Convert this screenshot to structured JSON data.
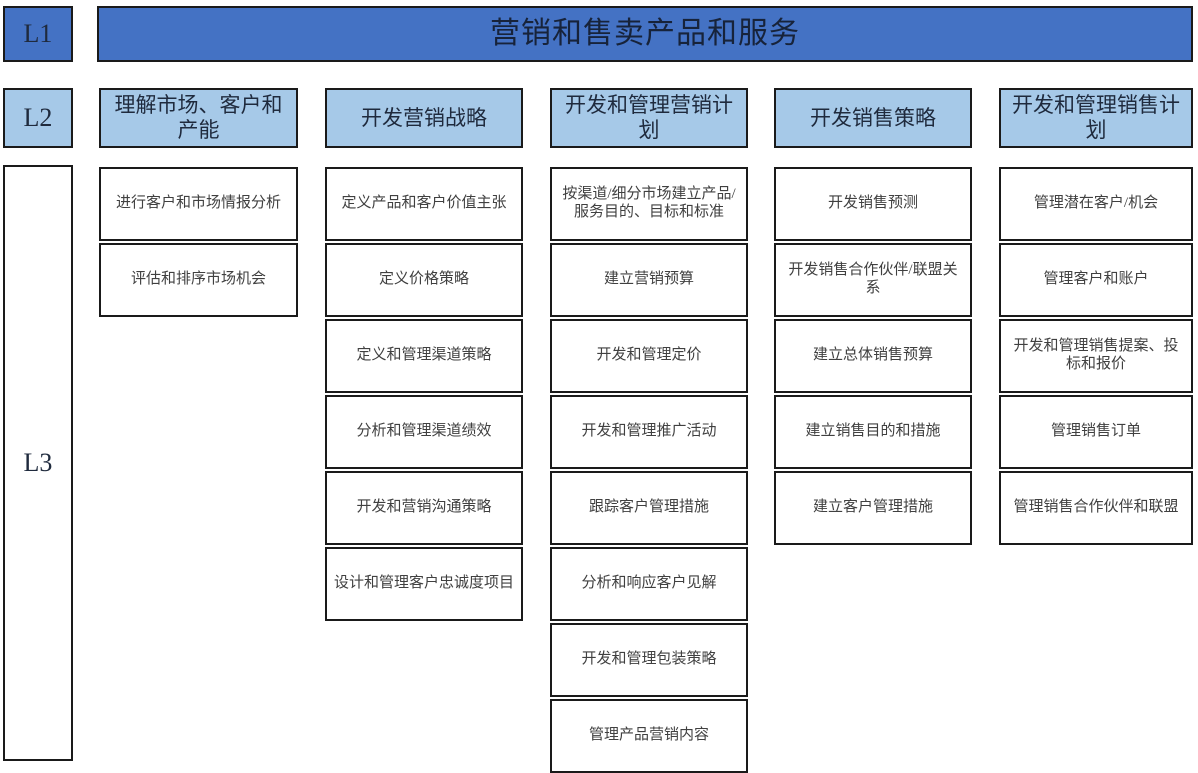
{
  "levels": {
    "l1_label": "L1",
    "l2_label": "L2",
    "l3_label": "L3"
  },
  "colors": {
    "l1_fill": "#4472C4",
    "l2_fill": "#A6C9E8",
    "l3_fill": "#FFFFFF",
    "border": "#1A1A1A",
    "text_dark": "#1F2A3D",
    "text_body": "#404040",
    "background": "#FFFFFF"
  },
  "l1": {
    "title": "营销和售卖产品和服务"
  },
  "columns": [
    {
      "l2_title": "理解市场、客户和产能",
      "items": [
        "进行客户和市场情报分析",
        "评估和排序市场机会"
      ]
    },
    {
      "l2_title": "开发营销战略",
      "items": [
        "定义产品和客户价值主张",
        "定义价格策略",
        "定义和管理渠道策略",
        "分析和管理渠道绩效",
        "开发和营销沟通策略",
        "设计和管理客户忠诚度项目"
      ]
    },
    {
      "l2_title": "开发和管理营销计划",
      "items": [
        "按渠道/细分市场建立产品/服务目的、目标和标准",
        "建立营销预算",
        "开发和管理定价",
        "开发和管理推广活动",
        "跟踪客户管理措施",
        "分析和响应客户见解",
        "开发和管理包装策略",
        "管理产品营销内容"
      ]
    },
    {
      "l2_title": "开发销售策略",
      "items": [
        "开发销售预测",
        "开发销售合作伙伴/联盟关系",
        "建立总体销售预算",
        "建立销售目的和措施",
        "建立客户管理措施"
      ]
    },
    {
      "l2_title": "开发和管理销售计划",
      "items": [
        "管理潜在客户/机会",
        "管理客户和账户",
        "开发和管理销售提案、投标和报价",
        "管理销售订单",
        "管理销售合作伙伴和联盟"
      ]
    }
  ]
}
